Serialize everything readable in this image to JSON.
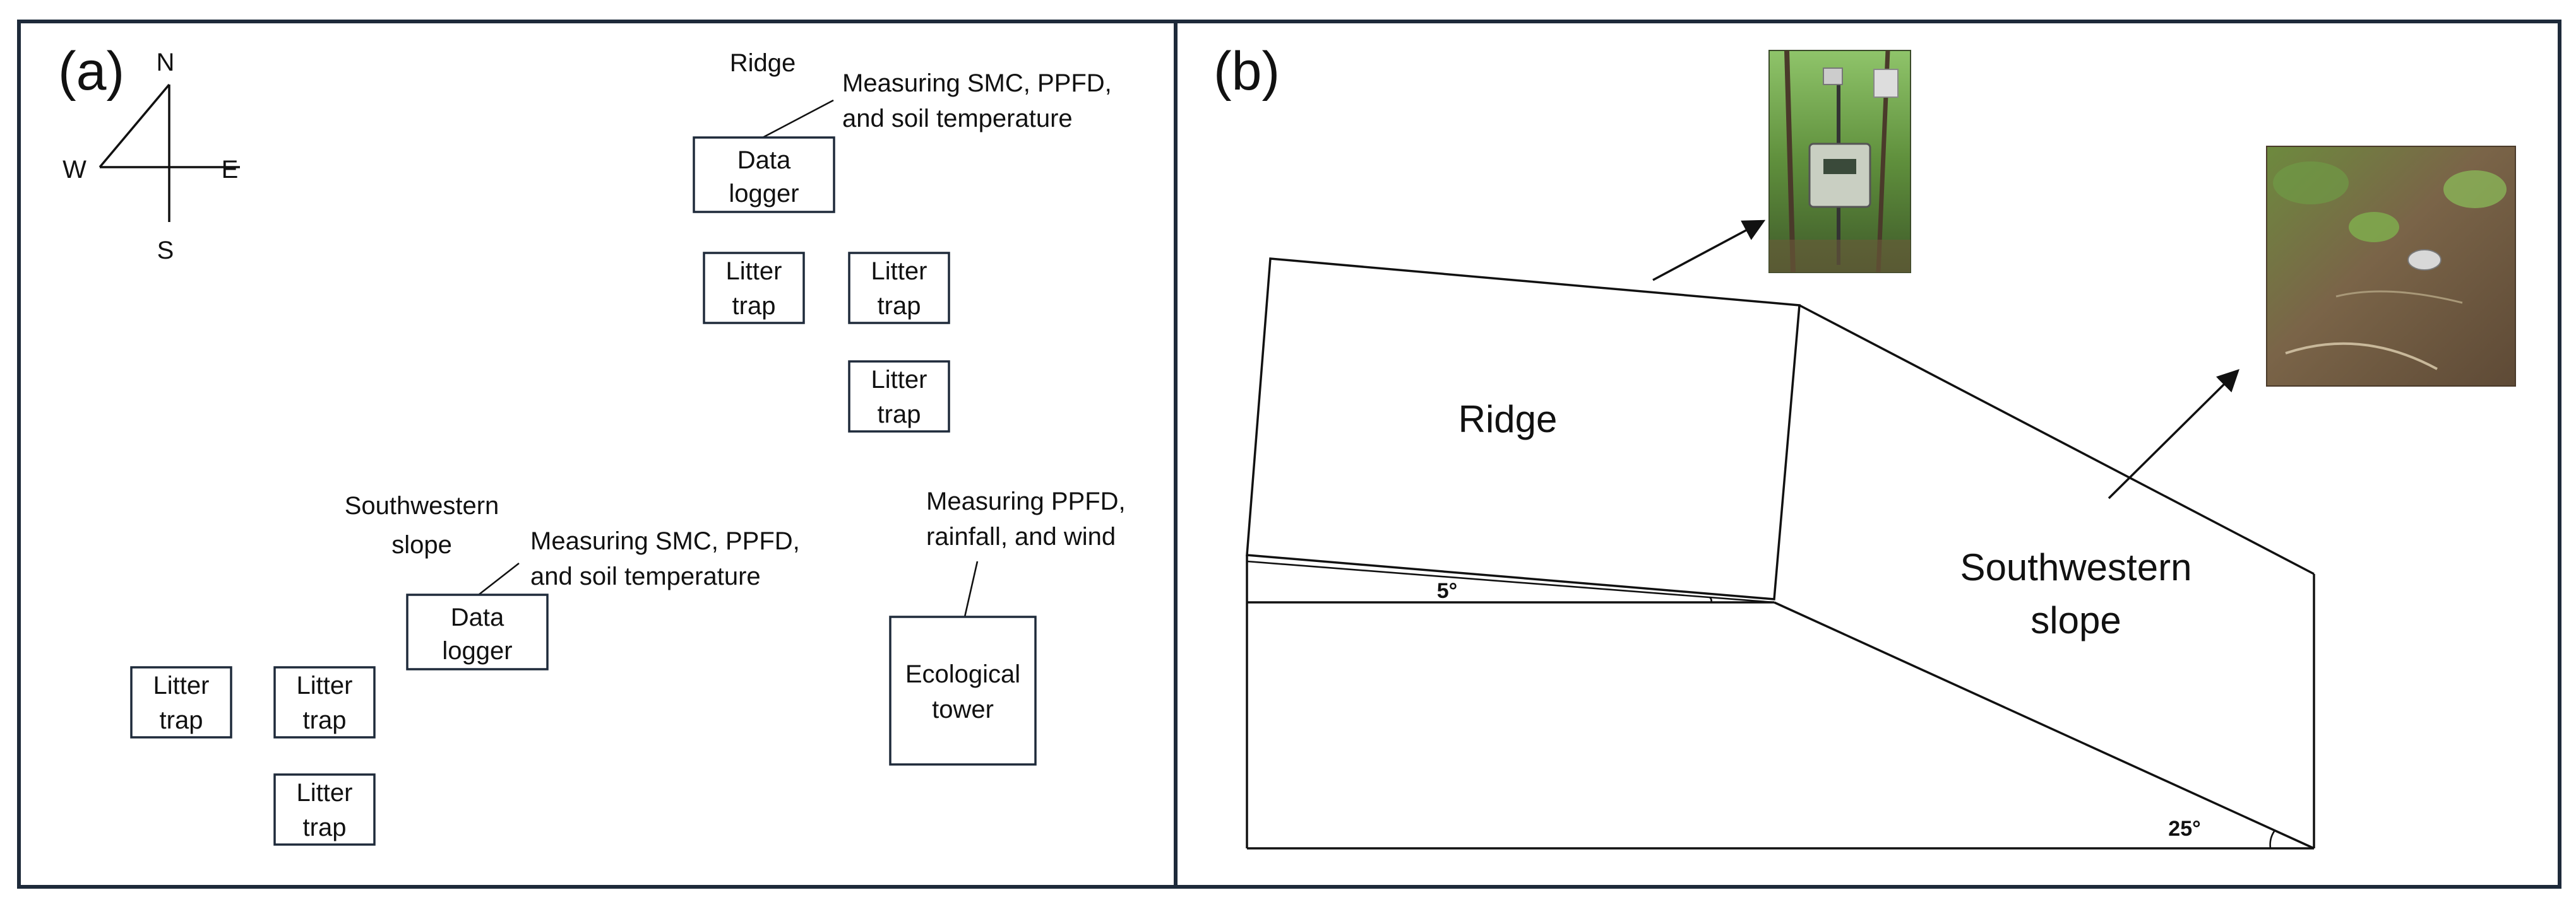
{
  "panel_a": {
    "label": "(a)",
    "compass": {
      "north": "N",
      "south": "S",
      "east": "E",
      "west": "W"
    },
    "ridge": {
      "title": "Ridge",
      "measure_line1": "Measuring SMC, PPFD,",
      "measure_line2": "and soil temperature",
      "logger_line1": "Data",
      "logger_line2": "logger",
      "traps": [
        {
          "line1": "Litter",
          "line2": "trap"
        },
        {
          "line1": "Litter",
          "line2": "trap"
        },
        {
          "line1": "Litter",
          "line2": "trap"
        }
      ]
    },
    "slope": {
      "title_line1": "Southwestern",
      "title_line2": "slope",
      "measure_line1": "Measuring SMC, PPFD,",
      "measure_line2": "and soil temperature",
      "logger_line1": "Data",
      "logger_line2": "logger",
      "traps": [
        {
          "line1": "Litter",
          "line2": "trap"
        },
        {
          "line1": "Litter",
          "line2": "trap"
        },
        {
          "line1": "Litter",
          "line2": "trap"
        }
      ]
    },
    "tower": {
      "measure_line1": "Measuring PPFD,",
      "measure_line2": "rainfall, and wind",
      "line1": "Ecological",
      "line2": "tower"
    }
  },
  "panel_b": {
    "label": "(b)",
    "ridge_label": "Ridge",
    "slope_line1": "Southwestern",
    "slope_line2": "slope",
    "angle_ridge": "5°",
    "angle_slope": "25°"
  }
}
